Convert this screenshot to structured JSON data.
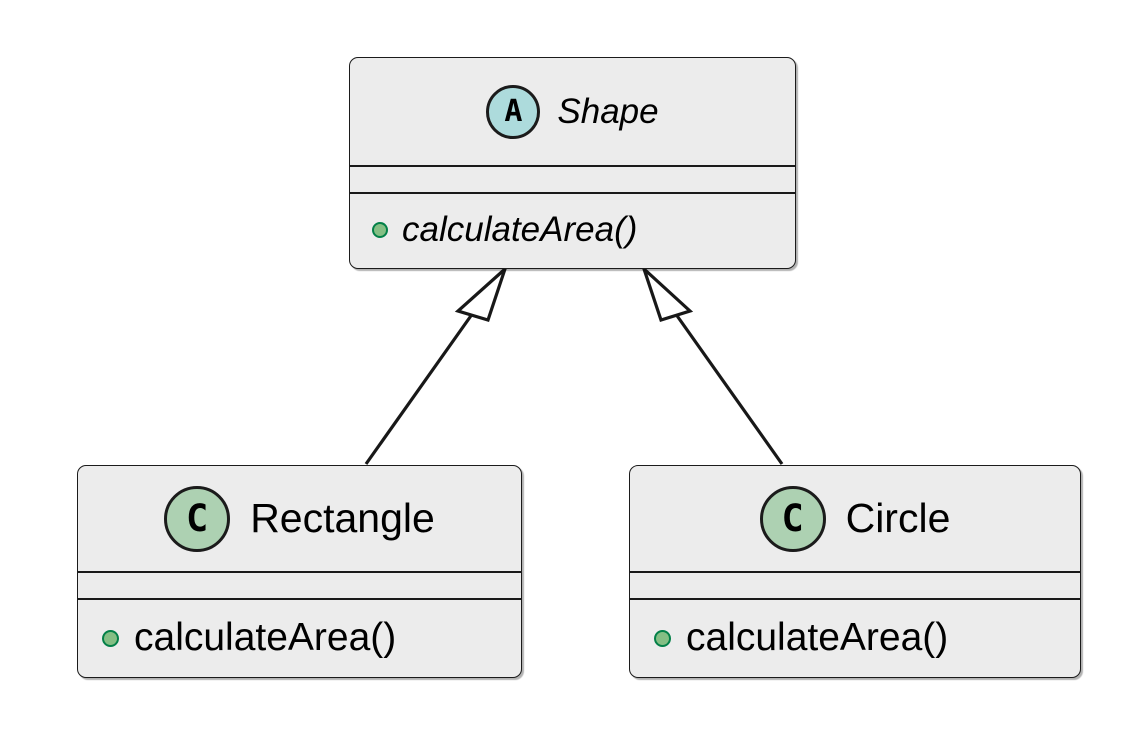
{
  "diagram": {
    "type": "uml-class-diagram",
    "background_color": "#FFFFFF",
    "classes": [
      {
        "id": "shape",
        "name": "Shape",
        "abstract": true,
        "stereotype_letter": "A",
        "stereotype_name": "abstract-class-badge",
        "badge_color": "#ADDBDC",
        "fill_color": "#ECECEC",
        "border_color": "#1B1B1B",
        "attributes": [],
        "methods": [
          {
            "label": "calculateArea()",
            "visibility": "public",
            "visibility_color": "#84BE84",
            "abstract": true
          }
        ]
      },
      {
        "id": "rectangle",
        "name": "Rectangle",
        "abstract": false,
        "stereotype_letter": "C",
        "stereotype_name": "class-badge",
        "badge_color": "#ADD1B2",
        "fill_color": "#ECECEC",
        "border_color": "#1B1B1B",
        "attributes": [],
        "methods": [
          {
            "label": "calculateArea()",
            "visibility": "public",
            "visibility_color": "#84BE84",
            "abstract": false
          }
        ]
      },
      {
        "id": "circle",
        "name": "Circle",
        "abstract": false,
        "stereotype_letter": "C",
        "stereotype_name": "class-badge",
        "badge_color": "#ADD1B2",
        "fill_color": "#ECECEC",
        "border_color": "#1B1B1B",
        "attributes": [],
        "methods": [
          {
            "label": "calculateArea()",
            "visibility": "public",
            "visibility_color": "#84BE84",
            "abstract": false
          }
        ]
      }
    ],
    "relationships": [
      {
        "id": "rectangle-extends-shape",
        "kind": "generalization",
        "from": "Rectangle",
        "to": "Shape",
        "arrowhead": "hollow-triangle",
        "line_style": "solid",
        "line_color": "#181818"
      },
      {
        "id": "circle-extends-shape",
        "kind": "generalization",
        "from": "Circle",
        "to": "Shape",
        "arrowhead": "hollow-triangle",
        "line_style": "solid",
        "line_color": "#181818"
      }
    ]
  }
}
